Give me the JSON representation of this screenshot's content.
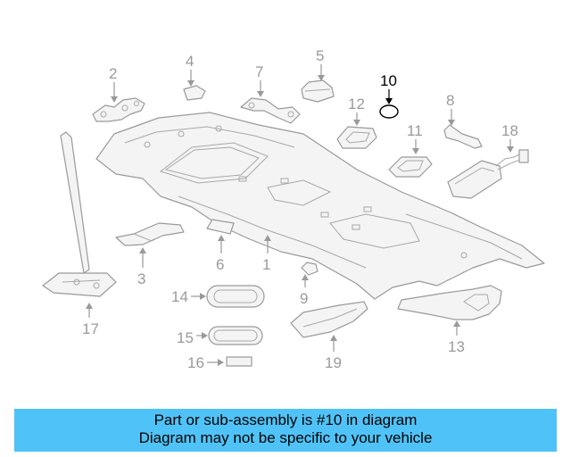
{
  "diagram": {
    "callouts": [
      {
        "id": "1",
        "label": "1"
      },
      {
        "id": "2",
        "label": "2"
      },
      {
        "id": "3",
        "label": "3"
      },
      {
        "id": "4",
        "label": "4"
      },
      {
        "id": "5",
        "label": "5"
      },
      {
        "id": "6",
        "label": "6"
      },
      {
        "id": "7",
        "label": "7"
      },
      {
        "id": "8",
        "label": "8"
      },
      {
        "id": "9",
        "label": "9"
      },
      {
        "id": "10",
        "label": "10",
        "highlighted": true
      },
      {
        "id": "11",
        "label": "11"
      },
      {
        "id": "12",
        "label": "12"
      },
      {
        "id": "13",
        "label": "13"
      },
      {
        "id": "14",
        "label": "14"
      },
      {
        "id": "15",
        "label": "15"
      },
      {
        "id": "16",
        "label": "16"
      },
      {
        "id": "17",
        "label": "17"
      },
      {
        "id": "18",
        "label": "18"
      },
      {
        "id": "19",
        "label": "19"
      }
    ],
    "colors": {
      "part_line": "#9a9a9a",
      "highlight": "#000000"
    }
  },
  "notice": {
    "line1": "Part or sub-assembly is #10 in diagram",
    "line2": "Diagram may not be specific to your vehicle",
    "background": "#4fc3f7"
  }
}
